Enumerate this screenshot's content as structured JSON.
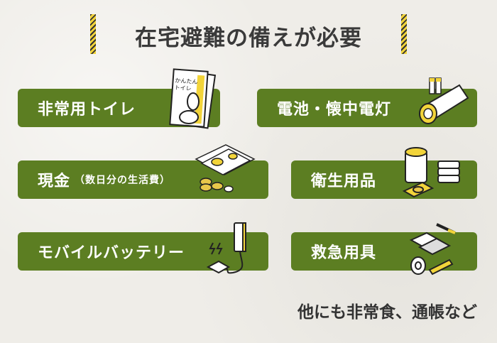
{
  "title": "在宅避難の備えが必要",
  "items": [
    {
      "label": "非常用トイレ",
      "icon": "portable-toilet-icon",
      "icon_text": "かんたんトイレ"
    },
    {
      "label": "電池・懐中電灯",
      "icon": "flashlight-icon"
    },
    {
      "label": "現金",
      "sub": "（数日分の生活費）",
      "icon": "cash-icon"
    },
    {
      "label": "衛生用品",
      "icon": "hygiene-icon"
    },
    {
      "label": "モバイルバッテリー",
      "icon": "mobile-battery-icon"
    },
    {
      "label": "救急用具",
      "icon": "first-aid-icon"
    }
  ],
  "note": "他にも非常食、通帳など",
  "colors": {
    "green": "#5c7e22",
    "yellow": "#f2d43a",
    "text": "#3a3a3a"
  }
}
